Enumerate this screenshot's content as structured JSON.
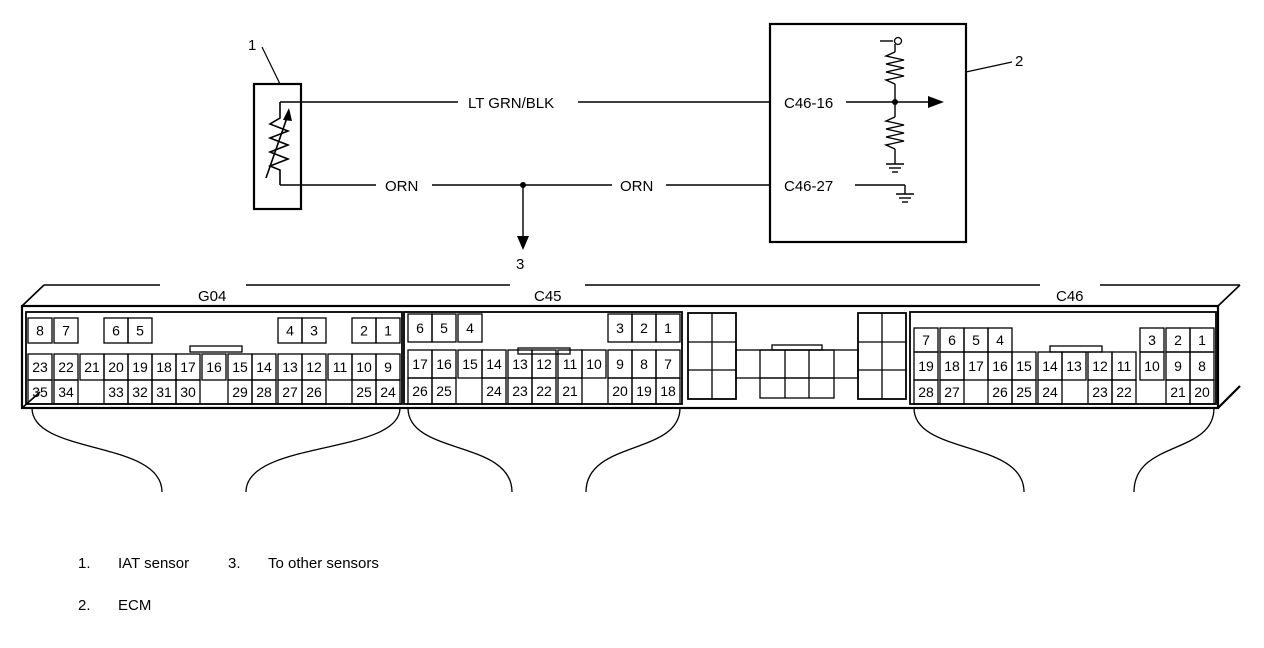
{
  "circuit": {
    "callouts": [
      "1",
      "2",
      "3"
    ],
    "wires": {
      "signal": "LT GRN/BLK",
      "ground_left": "ORN",
      "ground_right": "ORN"
    },
    "ecm_pins": {
      "signal": "C46-16",
      "ground": "C46-27"
    }
  },
  "connectors": {
    "g04": {
      "caption": "G04",
      "rows": [
        [
          "8",
          "7",
          "6",
          "5",
          "4",
          "3",
          "2",
          "1"
        ],
        [
          "23",
          "22",
          "21",
          "20",
          "19",
          "18",
          "17",
          "16",
          "15",
          "14",
          "13",
          "12",
          "11",
          "10",
          "9"
        ],
        [
          "35",
          "34",
          "33",
          "32",
          "31",
          "30",
          "29",
          "28",
          "27",
          "26",
          "25",
          "24"
        ]
      ]
    },
    "c45": {
      "caption": "C45",
      "rows": [
        [
          "6",
          "5",
          "4",
          "3",
          "2",
          "1"
        ],
        [
          "17",
          "16",
          "15",
          "14",
          "13",
          "12",
          "11",
          "10",
          "9",
          "8",
          "7"
        ],
        [
          "26",
          "25",
          "24",
          "23",
          "22",
          "21",
          "20",
          "19",
          "18"
        ]
      ]
    },
    "c46": {
      "caption": "C46",
      "rows": [
        [
          "7",
          "6",
          "5",
          "4",
          "3",
          "2",
          "1"
        ],
        [
          "19",
          "18",
          "17",
          "16",
          "15",
          "14",
          "13",
          "12",
          "11",
          "10",
          "9",
          "8"
        ],
        [
          "28",
          "27",
          "26",
          "25",
          "24",
          "23",
          "22",
          "21",
          "20"
        ]
      ]
    }
  },
  "legend": [
    {
      "num": "1.",
      "text": "IAT sensor"
    },
    {
      "num": "3.",
      "text": "To other sensors"
    },
    {
      "num": "2.",
      "text": "ECM"
    }
  ]
}
